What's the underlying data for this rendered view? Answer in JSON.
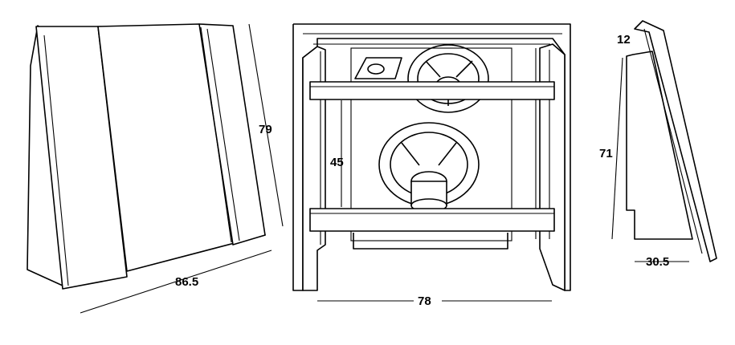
{
  "diagram": {
    "views": [
      {
        "name": "front-closed",
        "labels": {
          "height": "79",
          "width": "86.5"
        }
      },
      {
        "name": "front-open",
        "labels": {
          "inner_height": "45",
          "width": "78"
        }
      },
      {
        "name": "side",
        "labels": {
          "top": "12",
          "height": "71",
          "depth": "30.5"
        }
      }
    ]
  }
}
